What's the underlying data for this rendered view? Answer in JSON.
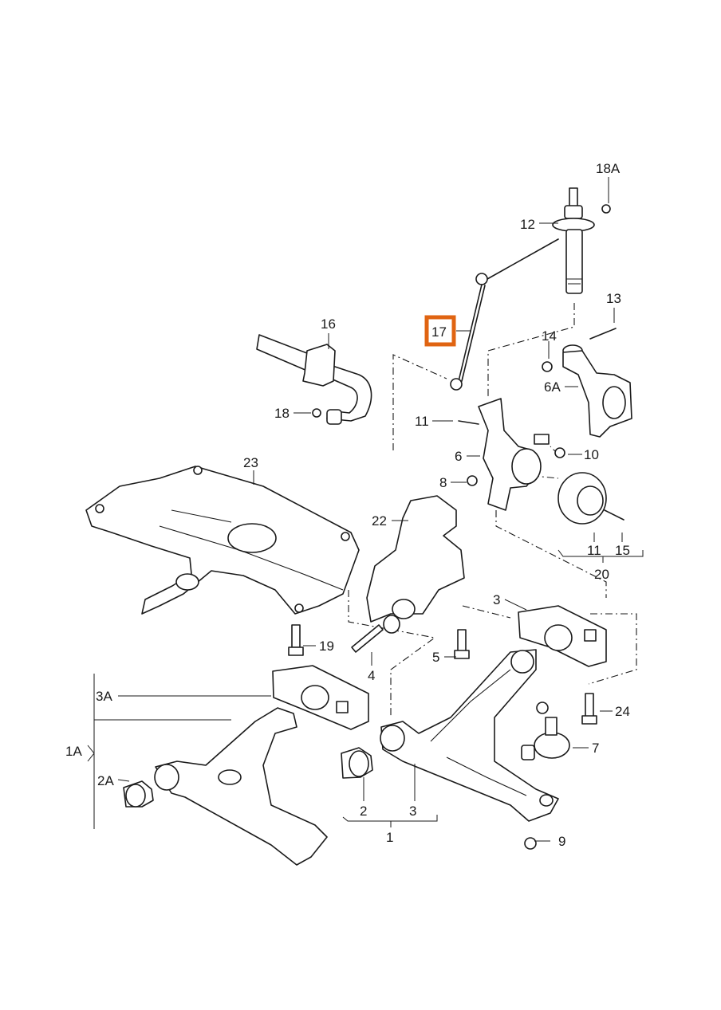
{
  "callouts": [
    {
      "id": "c-18A",
      "text": "18A"
    },
    {
      "id": "c-12",
      "text": "12"
    },
    {
      "id": "c-13",
      "text": "13"
    },
    {
      "id": "c-16",
      "text": "16"
    },
    {
      "id": "c-17",
      "text": "17"
    },
    {
      "id": "c-14",
      "text": "14"
    },
    {
      "id": "c-6A",
      "text": "6A"
    },
    {
      "id": "c-18",
      "text": "18"
    },
    {
      "id": "c-11a",
      "text": "11"
    },
    {
      "id": "c-6",
      "text": "6"
    },
    {
      "id": "c-10",
      "text": "10"
    },
    {
      "id": "c-8",
      "text": "8"
    },
    {
      "id": "c-23",
      "text": "23"
    },
    {
      "id": "c-22",
      "text": "22"
    },
    {
      "id": "c-11b",
      "text": "11"
    },
    {
      "id": "c-15",
      "text": "15"
    },
    {
      "id": "c-20",
      "text": "20"
    },
    {
      "id": "c-3a",
      "text": "3"
    },
    {
      "id": "c-19",
      "text": "19"
    },
    {
      "id": "c-5",
      "text": "5"
    },
    {
      "id": "c-4",
      "text": "4"
    },
    {
      "id": "c-3A",
      "text": "3A"
    },
    {
      "id": "c-24",
      "text": "24"
    },
    {
      "id": "c-1A",
      "text": "1A"
    },
    {
      "id": "c-7",
      "text": "7"
    },
    {
      "id": "c-2A",
      "text": "2A"
    },
    {
      "id": "c-2",
      "text": "2"
    },
    {
      "id": "c-3b",
      "text": "3"
    },
    {
      "id": "c-1",
      "text": "1"
    },
    {
      "id": "c-9",
      "text": "9"
    }
  ],
  "highlighted_callout": "17",
  "colors": {
    "line": "#1a1a1a",
    "highlight": "#e06412",
    "background": "#ffffff"
  }
}
